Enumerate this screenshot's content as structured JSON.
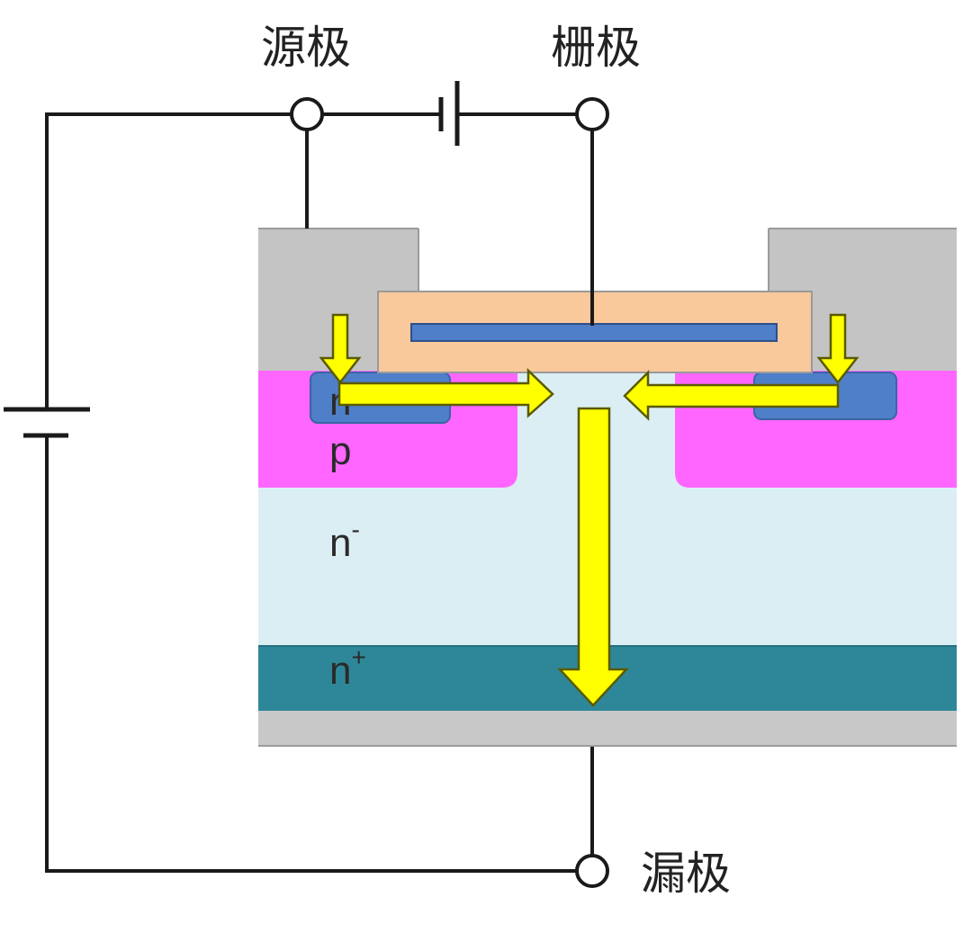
{
  "terminals": {
    "source": "源极",
    "gate": "栅极",
    "drain": "漏极"
  },
  "regions": {
    "n_plus_source": "n",
    "p_body": "p",
    "n_minus_drift": "n",
    "n_minus_sup": "-",
    "n_plus_substrate": "n",
    "n_plus_sup": "+"
  },
  "colors": {
    "metal_contact": "#c4c4c4",
    "gate_oxide": "#f9c89b",
    "gate_poly": "#4f7fc8",
    "p_body": "#ff66ff",
    "n_plus_source": "#4f7fc8",
    "n_minus_drift": "#dbeef4",
    "n_plus_substrate": "#2e8799",
    "drain_metal": "#c8c8c8",
    "electron_flow": "#ffff00",
    "wire": "#1a1a1a"
  }
}
